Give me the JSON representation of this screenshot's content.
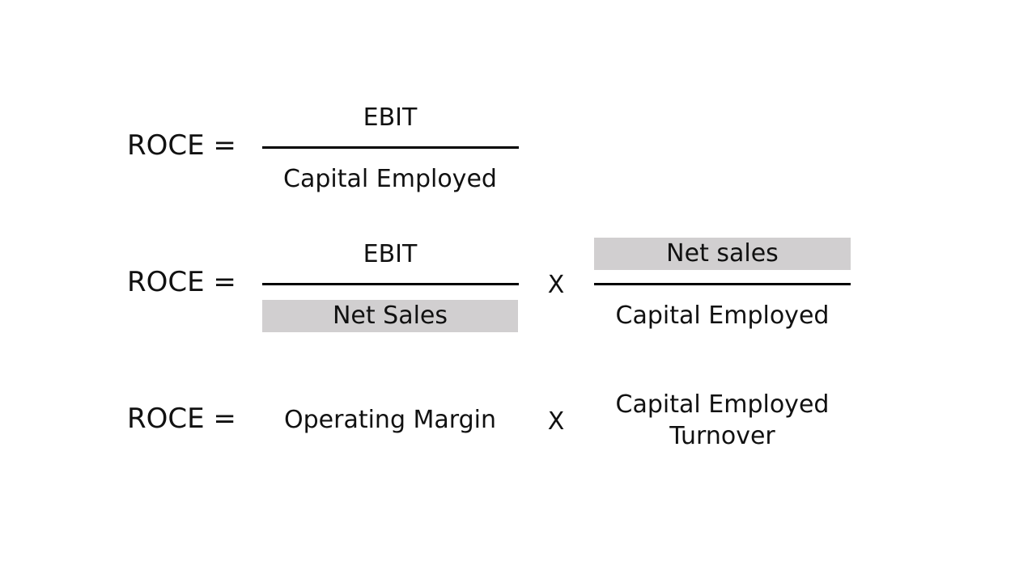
{
  "colors": {
    "background": "#ffffff",
    "text": "#111111",
    "fraction_bar": "#000000",
    "highlight": "#d1cfd0"
  },
  "rows": [
    {
      "lhs": "ROCE =",
      "numerator": "EBIT",
      "denominator": "Capital Employed"
    },
    {
      "lhs": "ROCE =",
      "fraction1": {
        "numerator": "EBIT",
        "denominator": "Net Sales"
      },
      "operator": "X",
      "fraction2": {
        "numerator": "Net sales",
        "denominator": "Capital Employed"
      }
    },
    {
      "lhs": "ROCE =",
      "term1": "Operating Margin",
      "operator": "X",
      "term2_line1": "Capital Employed",
      "term2_line2": "Turnover"
    }
  ]
}
